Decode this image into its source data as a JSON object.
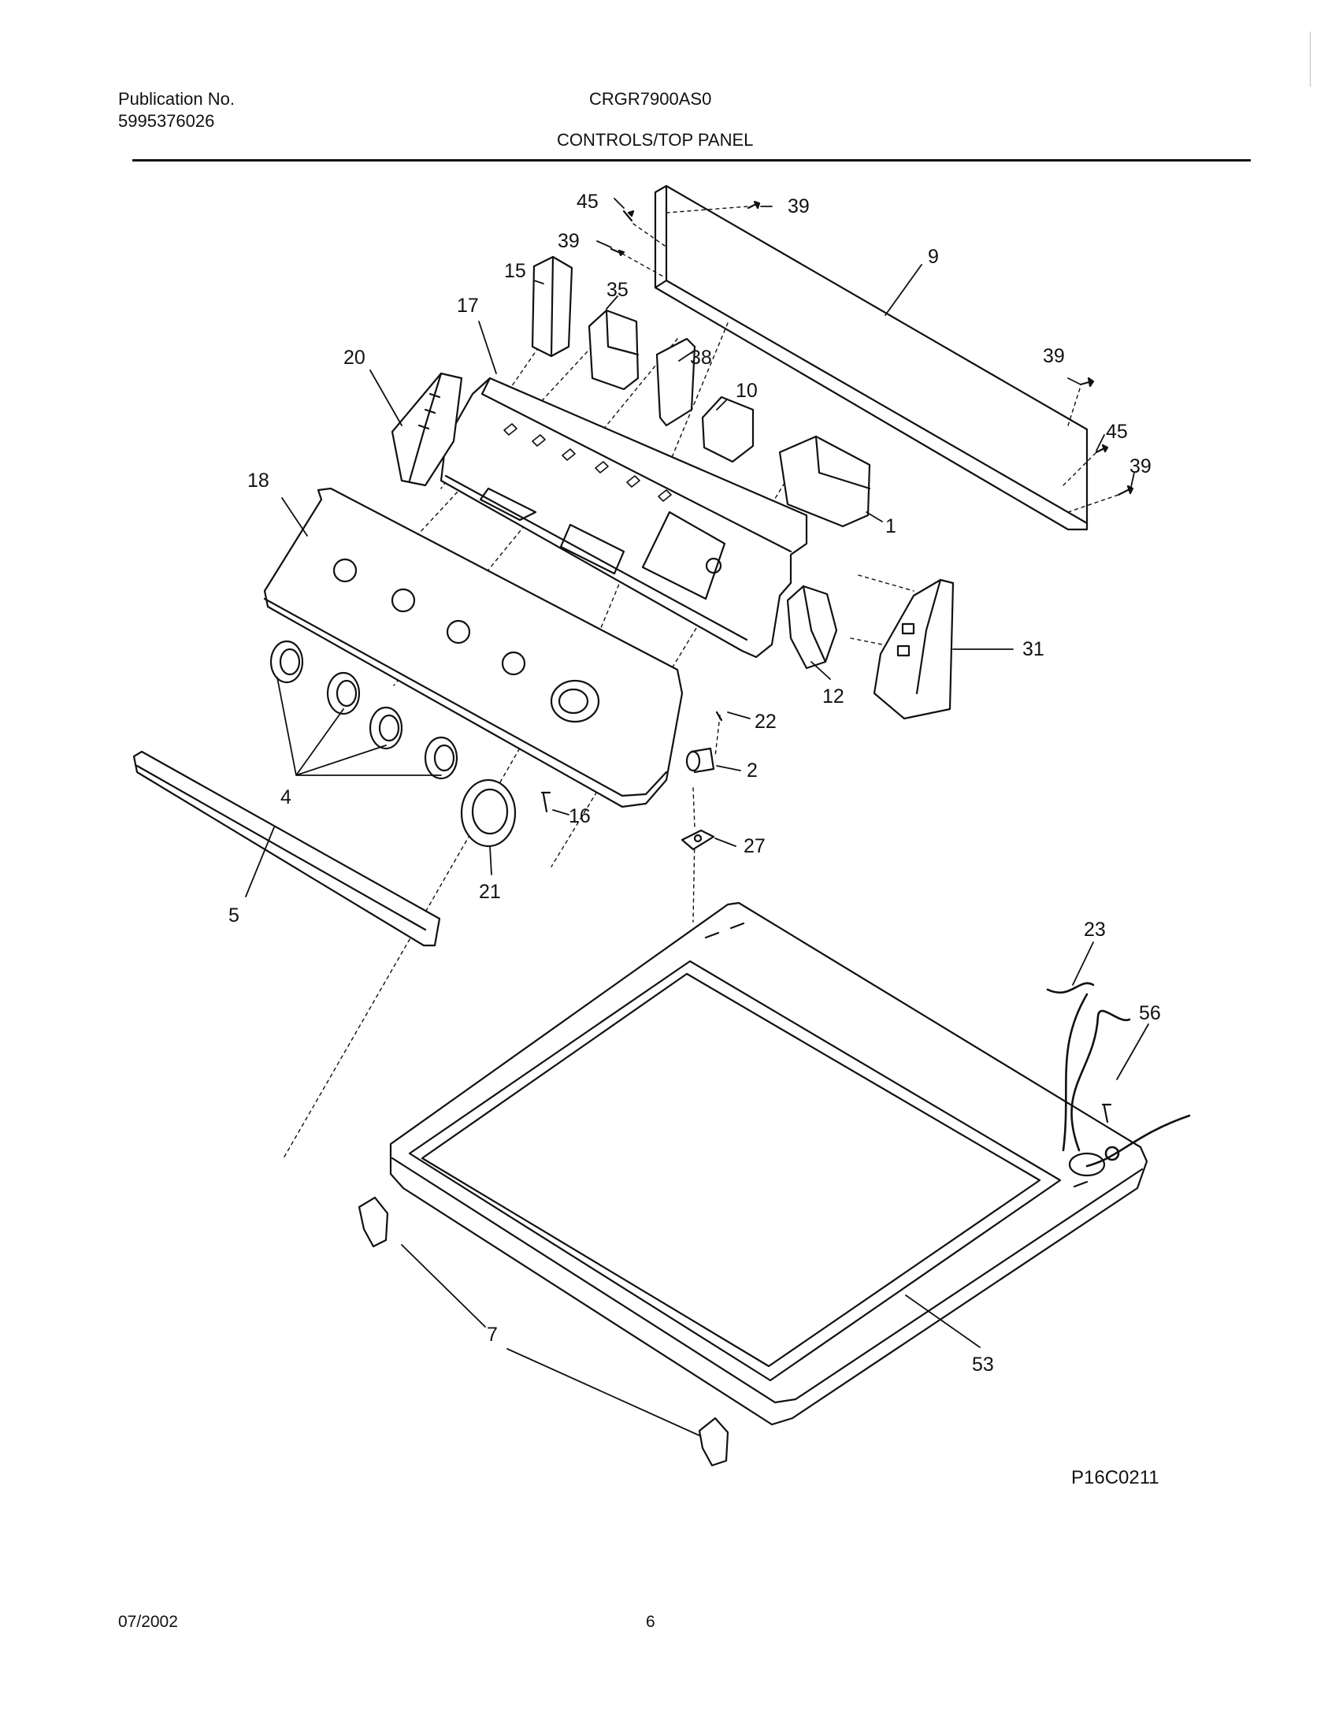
{
  "header": {
    "publication_label": "Publication No.",
    "publication_number": "5995376026",
    "model": "CRGR7900AS0",
    "section_title": "CONTROLS/TOP PANEL"
  },
  "diagram": {
    "callouts": [
      "45",
      "39",
      "39",
      "9",
      "15",
      "35",
      "17",
      "38",
      "10",
      "20",
      "39",
      "45",
      "39",
      "18",
      "1",
      "31",
      "12",
      "22",
      "2",
      "4",
      "16",
      "21",
      "27",
      "5",
      "23",
      "56",
      "7",
      "53"
    ]
  },
  "footer": {
    "figure_code": "P16C0211",
    "date": "07/2002",
    "page_number": "6"
  }
}
